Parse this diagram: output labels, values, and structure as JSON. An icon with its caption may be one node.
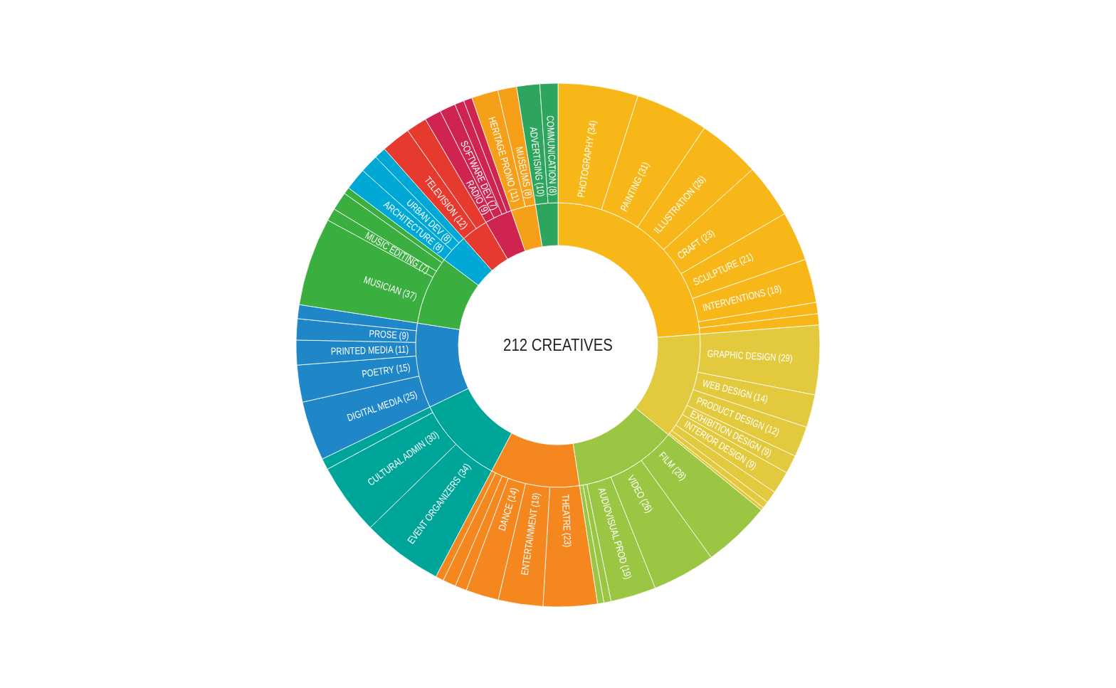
{
  "diagram": {
    "title": "212 CREATIVES",
    "labels": [
      "PHOTOGRAPHY (34)",
      "PAINTING (31)",
      "ILLUSTRATION (26)",
      "CRAFT (23)",
      "SCULPTURE (21)",
      "INTERVENTIONS (18)",
      "GRAPHIC DESIGN (29)",
      "WEB DESIGN (14)",
      "PRODUCT DESIGN (12)",
      "EXHIBITION DESIGN (9)",
      "INTERIOR DESIGN (9)",
      "FILM (28)",
      "VIDEO (26)",
      "AUDIOVISUAL PROD (19)",
      "THEATRE (23)",
      "ENTERTAINMENT (19)",
      "DANCE (14)",
      "EVENT ORGANIZERS (34)",
      "CULTURAL ADMIN (30)",
      "DIGITAL MEDIA (25)",
      "POETRY (15)",
      "PRINTED MEDIA (11)",
      "PROSE (9)",
      "MUSICIAN (37)",
      "MUSIC EDITING (7)",
      "ARCHITECTURE (8)",
      "URBAN DEV (8)",
      "TELEVISION (12)",
      "RADIO (9)",
      "SOFTWARE DEV (7)",
      "HERITAGE PROMO (11)",
      "MUSEUMS (8)",
      "ADVERTISING (10)",
      "COMMUNICATION (8)"
    ]
  }
}
